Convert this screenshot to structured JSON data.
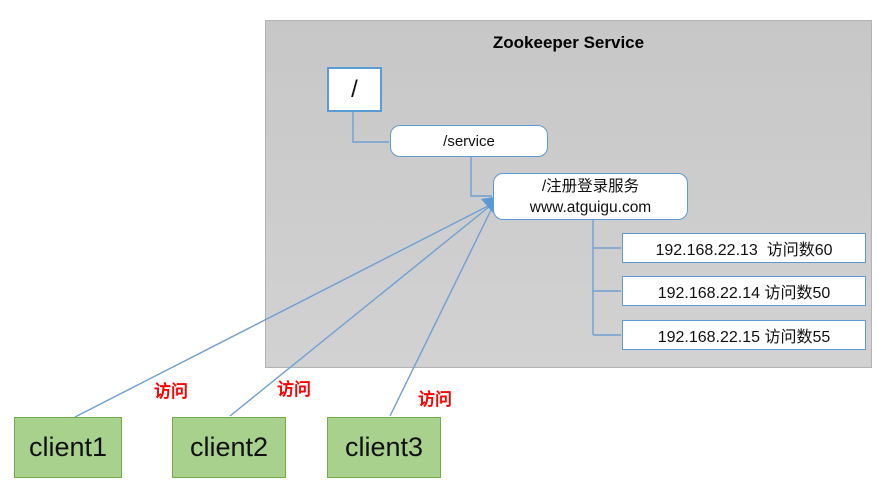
{
  "panel": {
    "title": "Zookeeper Service"
  },
  "tree": {
    "root": "/",
    "service": "/service",
    "register": {
      "line1": "/注册登录服务",
      "line2": "www.atguigu.com"
    },
    "servers": [
      {
        "label": "192.168.22.13  访问数60"
      },
      {
        "label": "192.168.22.14 访问数50"
      },
      {
        "label": "192.168.22.15 访问数55"
      }
    ]
  },
  "clients": [
    {
      "label": "client1"
    },
    {
      "label": "client2"
    },
    {
      "label": "client3"
    }
  ],
  "edges": {
    "access_label": "访问"
  },
  "colors": {
    "panel_fill": "#CCCCCC",
    "node_border_blue": "#5B9BD5",
    "connector_blue": "#6FA0D4",
    "client_fill": "#A9D18E",
    "client_border": "#70AD47",
    "access_red": "#FF0000"
  }
}
